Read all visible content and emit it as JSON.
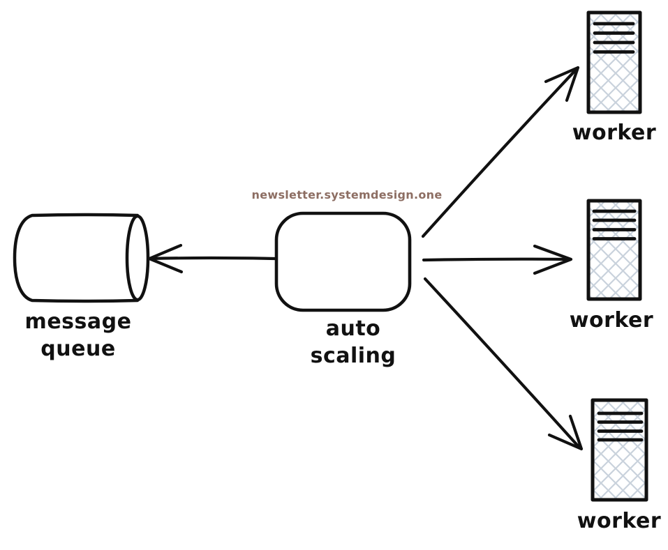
{
  "watermark": {
    "text": "newsletter.systemdesign.one",
    "color": "#8d6e63"
  },
  "colors": {
    "stroke": "#111111",
    "hatch": "#c9d2dc",
    "canvas": "#ffffff"
  },
  "nodes": {
    "message_queue": {
      "type": "cylinder",
      "label_line1": "message",
      "label_line2": "queue"
    },
    "auto_scaling": {
      "type": "rounded-rect",
      "label_line1": "auto",
      "label_line2": "scaling"
    },
    "workers": [
      {
        "type": "server",
        "label": "worker"
      },
      {
        "type": "server",
        "label": "worker"
      },
      {
        "type": "server",
        "label": "worker"
      }
    ]
  },
  "edges": [
    {
      "from": "auto-scaling",
      "to": "message-queue",
      "direction": "left"
    },
    {
      "from": "auto-scaling",
      "to": "worker-1",
      "direction": "up-right"
    },
    {
      "from": "auto-scaling",
      "to": "worker-2",
      "direction": "right"
    },
    {
      "from": "auto-scaling",
      "to": "worker-3",
      "direction": "down-right"
    }
  ]
}
